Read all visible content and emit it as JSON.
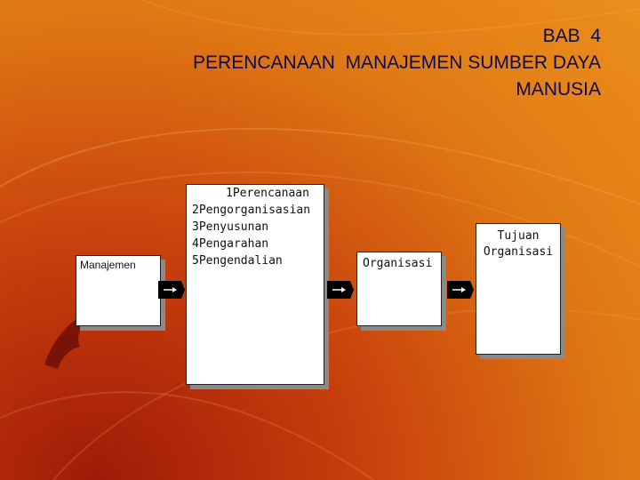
{
  "title": {
    "line1": "BAB  4",
    "line2": "PERENCANAAN  MANAJEMEN SUMBER DAYA",
    "line3": "MANUSIA"
  },
  "boxes": {
    "manajemen": "Manajemen",
    "functions": [
      "1Perencanaan",
      "2Pengorganisasian",
      "3Penyusunan",
      "4Pengarahan",
      "5Pengendalian"
    ],
    "organisasi": "Organisasi",
    "tujuan_line1": "Tujuan",
    "tujuan_line2": "Organisasi"
  },
  "colors": {
    "title": "#0a0a55",
    "background_light": "#eb8f1c",
    "background_dark": "#a01a08"
  }
}
